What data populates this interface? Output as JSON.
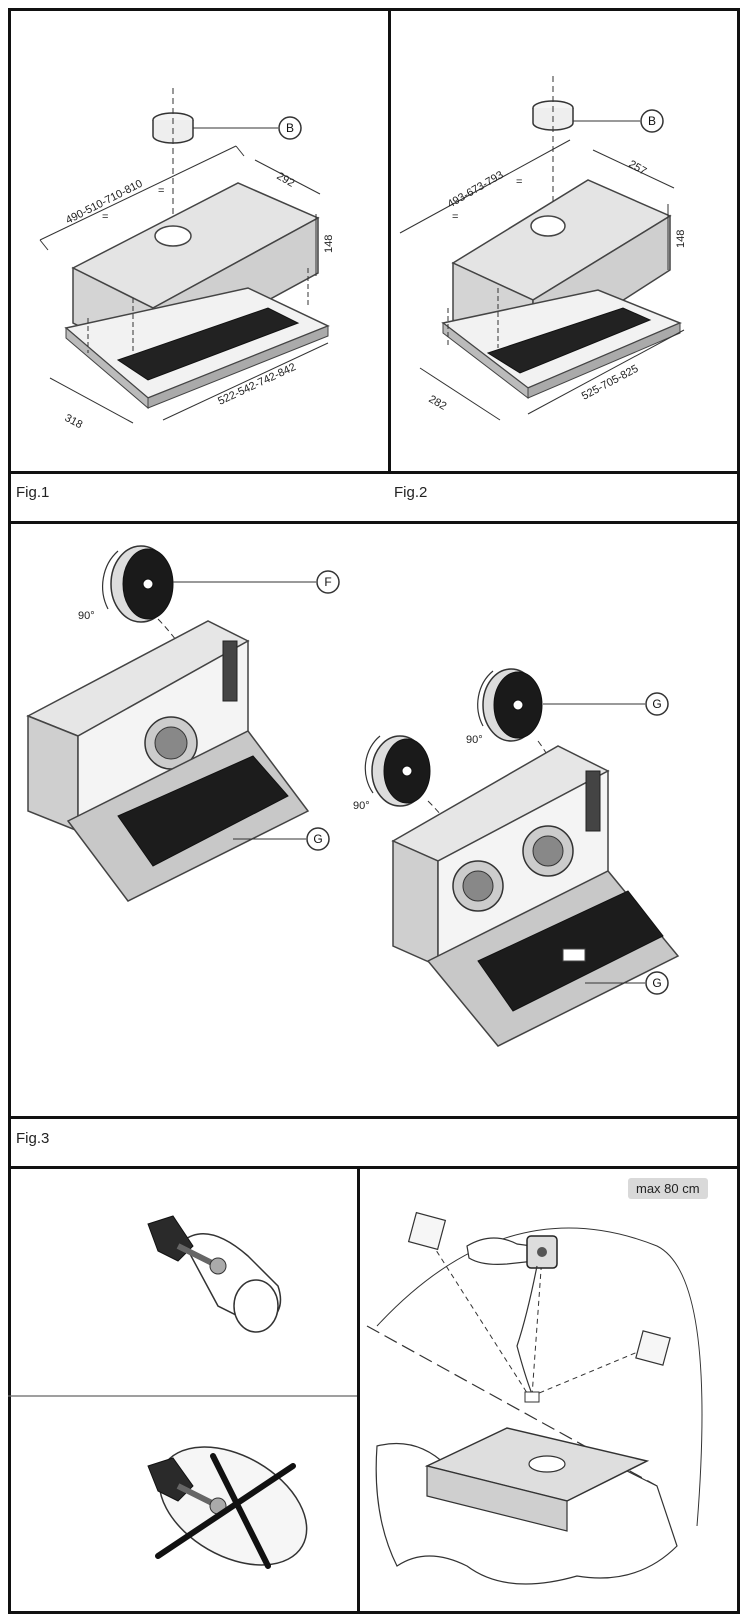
{
  "fig1": {
    "caption": "Fig.1",
    "callout": "B",
    "dim_length": "490-510-710-810",
    "dim_depth": "292",
    "dim_height": "148",
    "dim_front": "318",
    "dim_base": "522-542-742-842",
    "equal_marks": [
      "=",
      "="
    ]
  },
  "fig2": {
    "caption": "Fig.2",
    "callout": "B",
    "dim_length": "493-673-793",
    "dim_depth": "257",
    "dim_height": "148",
    "dim_front": "282",
    "dim_base": "525-705-825",
    "equal_marks": [
      "=",
      "="
    ]
  },
  "fig3": {
    "caption": "Fig.3",
    "callout_f": "F",
    "callout_g_left": "G",
    "callout_g_top": "G",
    "callout_g_bottom": "G",
    "angle_left": "90°",
    "angle_mid": "90°",
    "angle_right": "90°"
  },
  "fig4": {
    "max_distance": "max 80 cm"
  }
}
